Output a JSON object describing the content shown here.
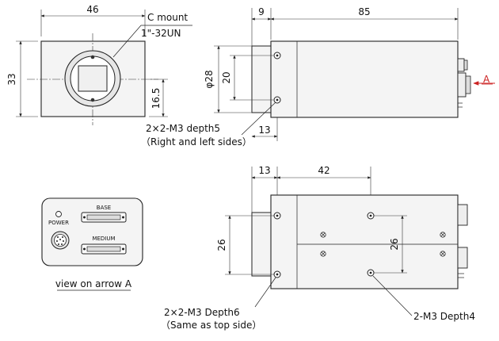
{
  "front": {
    "width_dim": "46",
    "height_dim": "33",
    "center_dim": "16.5",
    "mount_label_line1": "C mount",
    "mount_label_line2": "1\"-32UN"
  },
  "side": {
    "depth_front_dim": "9",
    "length_dim": "85",
    "diameter_dim": "φ28",
    "pitch_dim": "20",
    "offset_dim": "13",
    "arrow_label": "A",
    "hole_note_line1": "2×2-M3  depth5",
    "hole_note_line2": "（Right and left sides）"
  },
  "bottom": {
    "offset_dim": "13",
    "spacing_dim": "42",
    "left_pitch_dim": "26",
    "right_pitch_dim": "26",
    "hole_note_line1": "2×2-M3  Depth6",
    "hole_note_line2": "（Same as top side）",
    "hole_note_right": "2-M3 Depth4"
  },
  "rear": {
    "power_label": "POWER",
    "base_label": "BASE",
    "medium_label": "MEDIUM",
    "caption": "view on arrow A"
  }
}
